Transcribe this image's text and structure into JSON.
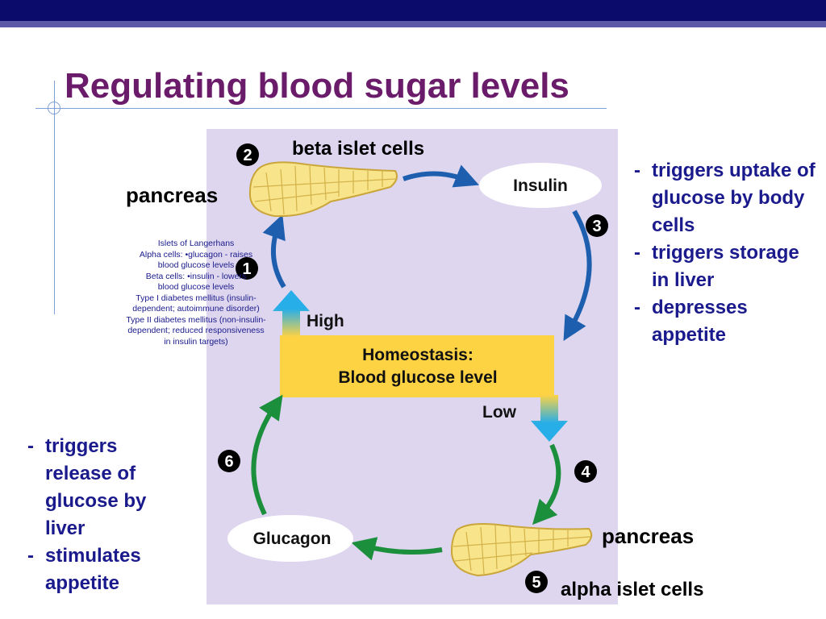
{
  "title": "Regulating blood sugar levels",
  "labels": {
    "beta_islet_cells": "beta islet cells",
    "pancreas_top": "pancreas",
    "pancreas_bottom": "pancreas",
    "alpha_islet_cells": "alpha islet cells",
    "insulin": "Insulin",
    "glucagon": "Glucagon",
    "high": "High",
    "low": "Low",
    "homeostasis_title": "Homeostasis:",
    "homeostasis_sub": "Blood glucose level"
  },
  "steps": [
    "1",
    "2",
    "3",
    "4",
    "5",
    "6"
  ],
  "overlay_text": [
    "Islets of Langerhans",
    "Alpha cells:        •glucagon - raises",
    "blood glucose levels",
    "Beta cells:              •insulin - lowers",
    "blood glucose levels",
    "Type I diabetes mellitus (insulin-",
    "dependent; autoimmune disorder)",
    "Type II diabetes mellitus (non-insulin-",
    "dependent; reduced responsiveness",
    "in insulin targets)"
  ],
  "insulin_effects": [
    {
      "dash": "-",
      "text": "triggers uptake of glucose by body cells"
    },
    {
      "dash": "-",
      "text": "triggers storage in liver"
    },
    {
      "dash": "- ",
      "text": "depresses appetite"
    }
  ],
  "glucagon_effects": [
    {
      "dash": "- ",
      "text": "triggers release of glucose by liver"
    },
    {
      "dash": "- ",
      "text": "stimulates appetite"
    }
  ],
  "colors": {
    "title": "#6a1b6a",
    "topbar": "#0b0b6b",
    "panel": "#ddd6ee",
    "homeostasis_box": "#fdd344",
    "insulin_arrow": "#1d5fae",
    "glucagon_arrow": "#1b8f3c",
    "bullet_text": "#1a1a8c"
  }
}
